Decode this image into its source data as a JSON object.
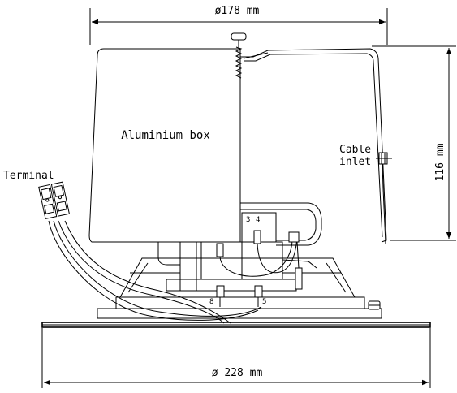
{
  "labels": {
    "top_dimension": "ø178 mm",
    "bottom_dimension": "ø 228 mm",
    "height_dimension": "116 mm",
    "box": "Aluminium box",
    "terminal": "Terminal",
    "cable_line1": "Cable",
    "cable_line2": "inlet",
    "pin3": "3",
    "pin4": "4",
    "pin8": "8",
    "pin5": "5"
  },
  "colors": {
    "line": "#000000",
    "background": "#ffffff"
  }
}
